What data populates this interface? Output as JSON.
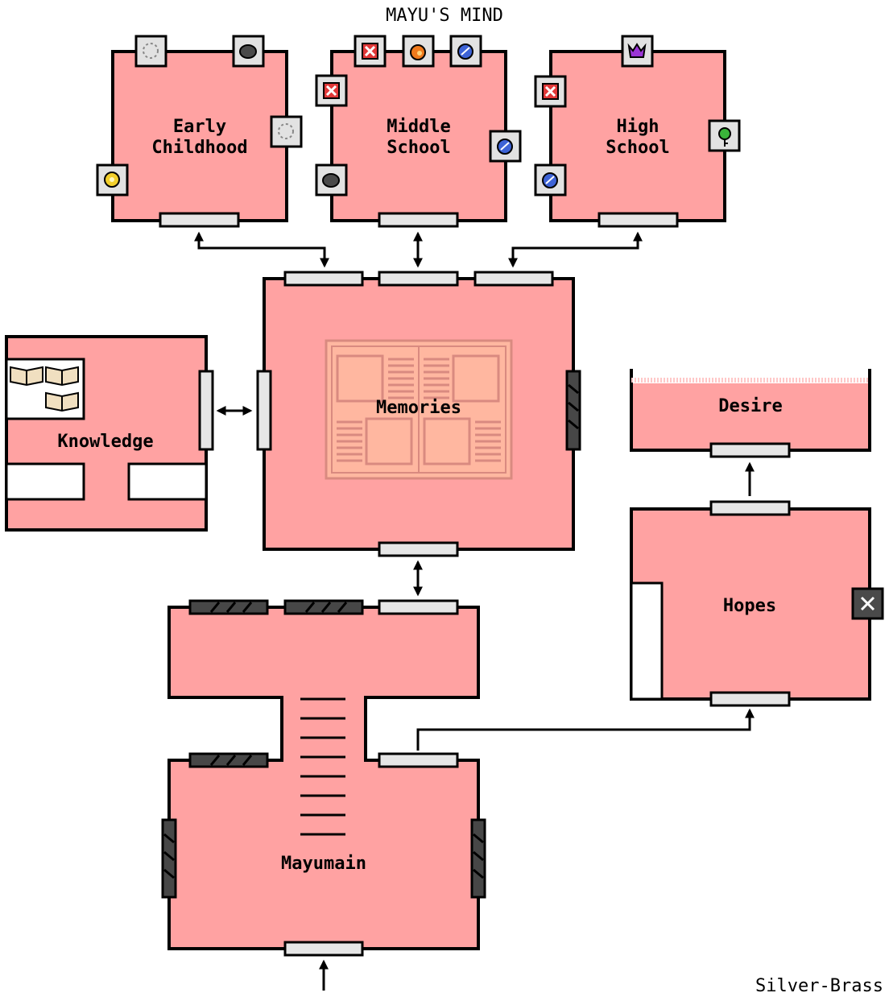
{
  "title": "MAYU'S MIND",
  "credit": "Silver-Brass",
  "rooms": {
    "early_childhood": {
      "line1": "Early",
      "line2": "Childhood"
    },
    "middle_school": {
      "line1": "Middle",
      "line2": "School"
    },
    "high_school": {
      "line1": "High",
      "line2": "School"
    },
    "memories": "Memories",
    "knowledge": "Knowledge",
    "desire": "Desire",
    "hopes": "Hopes",
    "mayumain": "Mayumain"
  },
  "icons": {
    "early_childhood": [
      "empty-slot-icon",
      "dark-orb-icon",
      "empty-slot-icon",
      "gold-gear-icon"
    ],
    "middle_school": [
      "red-x-icon",
      "fire-orb-icon",
      "blue-orb-icon",
      "red-x-icon",
      "blue-orb-icon",
      "dark-orb-icon"
    ],
    "high_school": [
      "purple-crown-icon",
      "red-x-icon",
      "green-key-icon",
      "blue-orb-icon"
    ],
    "hopes": [
      "close-icon"
    ]
  },
  "colors": {
    "room_fill": "#ffa2a2",
    "outline": "#000000",
    "open_door": "#e6e6e6",
    "locked_door": "#474747",
    "memories_rug": "#ffb7a0"
  }
}
